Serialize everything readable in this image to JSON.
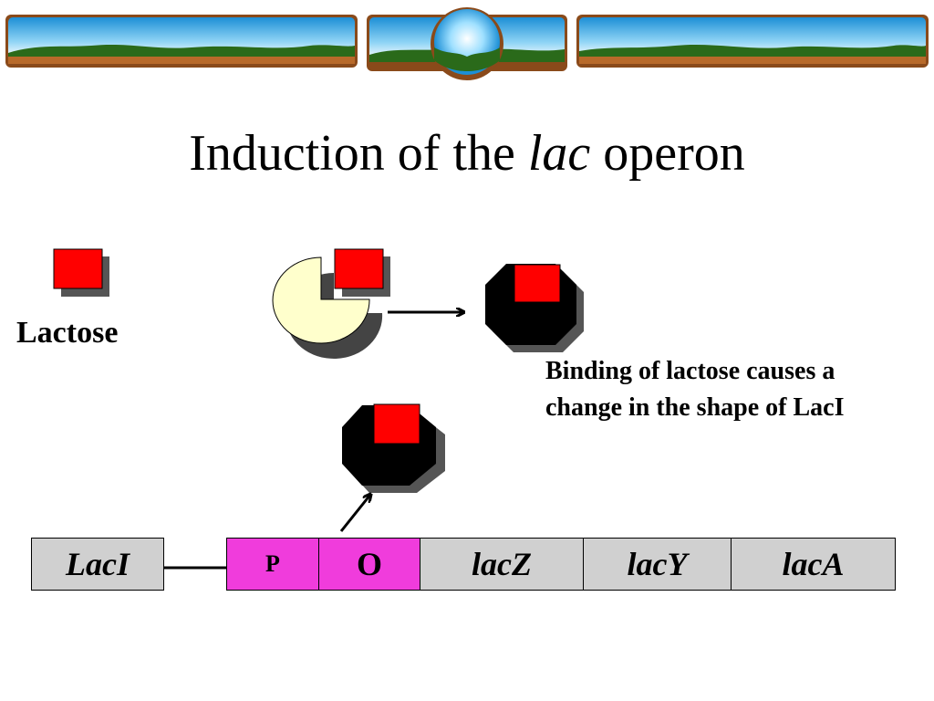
{
  "slide": {
    "title_prefix": "Induction of the ",
    "title_italic": "lac",
    "title_suffix": " operon"
  },
  "labels": {
    "lactose": "Lactose",
    "caption_line1": "Binding of lactose causes a",
    "caption_line2": "change in the shape of LacI"
  },
  "genes": {
    "laci": "LacI",
    "promoter": "P",
    "operator": "O",
    "lacz": "lacZ",
    "lacy": "lacY",
    "laca": "lacA"
  },
  "colors": {
    "lactose_square": "#ff0000",
    "repressor_body": "#000000",
    "repressor_pie": "#ffffcc",
    "promoter_operator": "#f03cdc",
    "gene_boxes": "#d0d0d0",
    "banner_sky": "#3fb0e8",
    "banner_land": "#8a4a1a",
    "banner_trees": "#2a6a1a"
  }
}
